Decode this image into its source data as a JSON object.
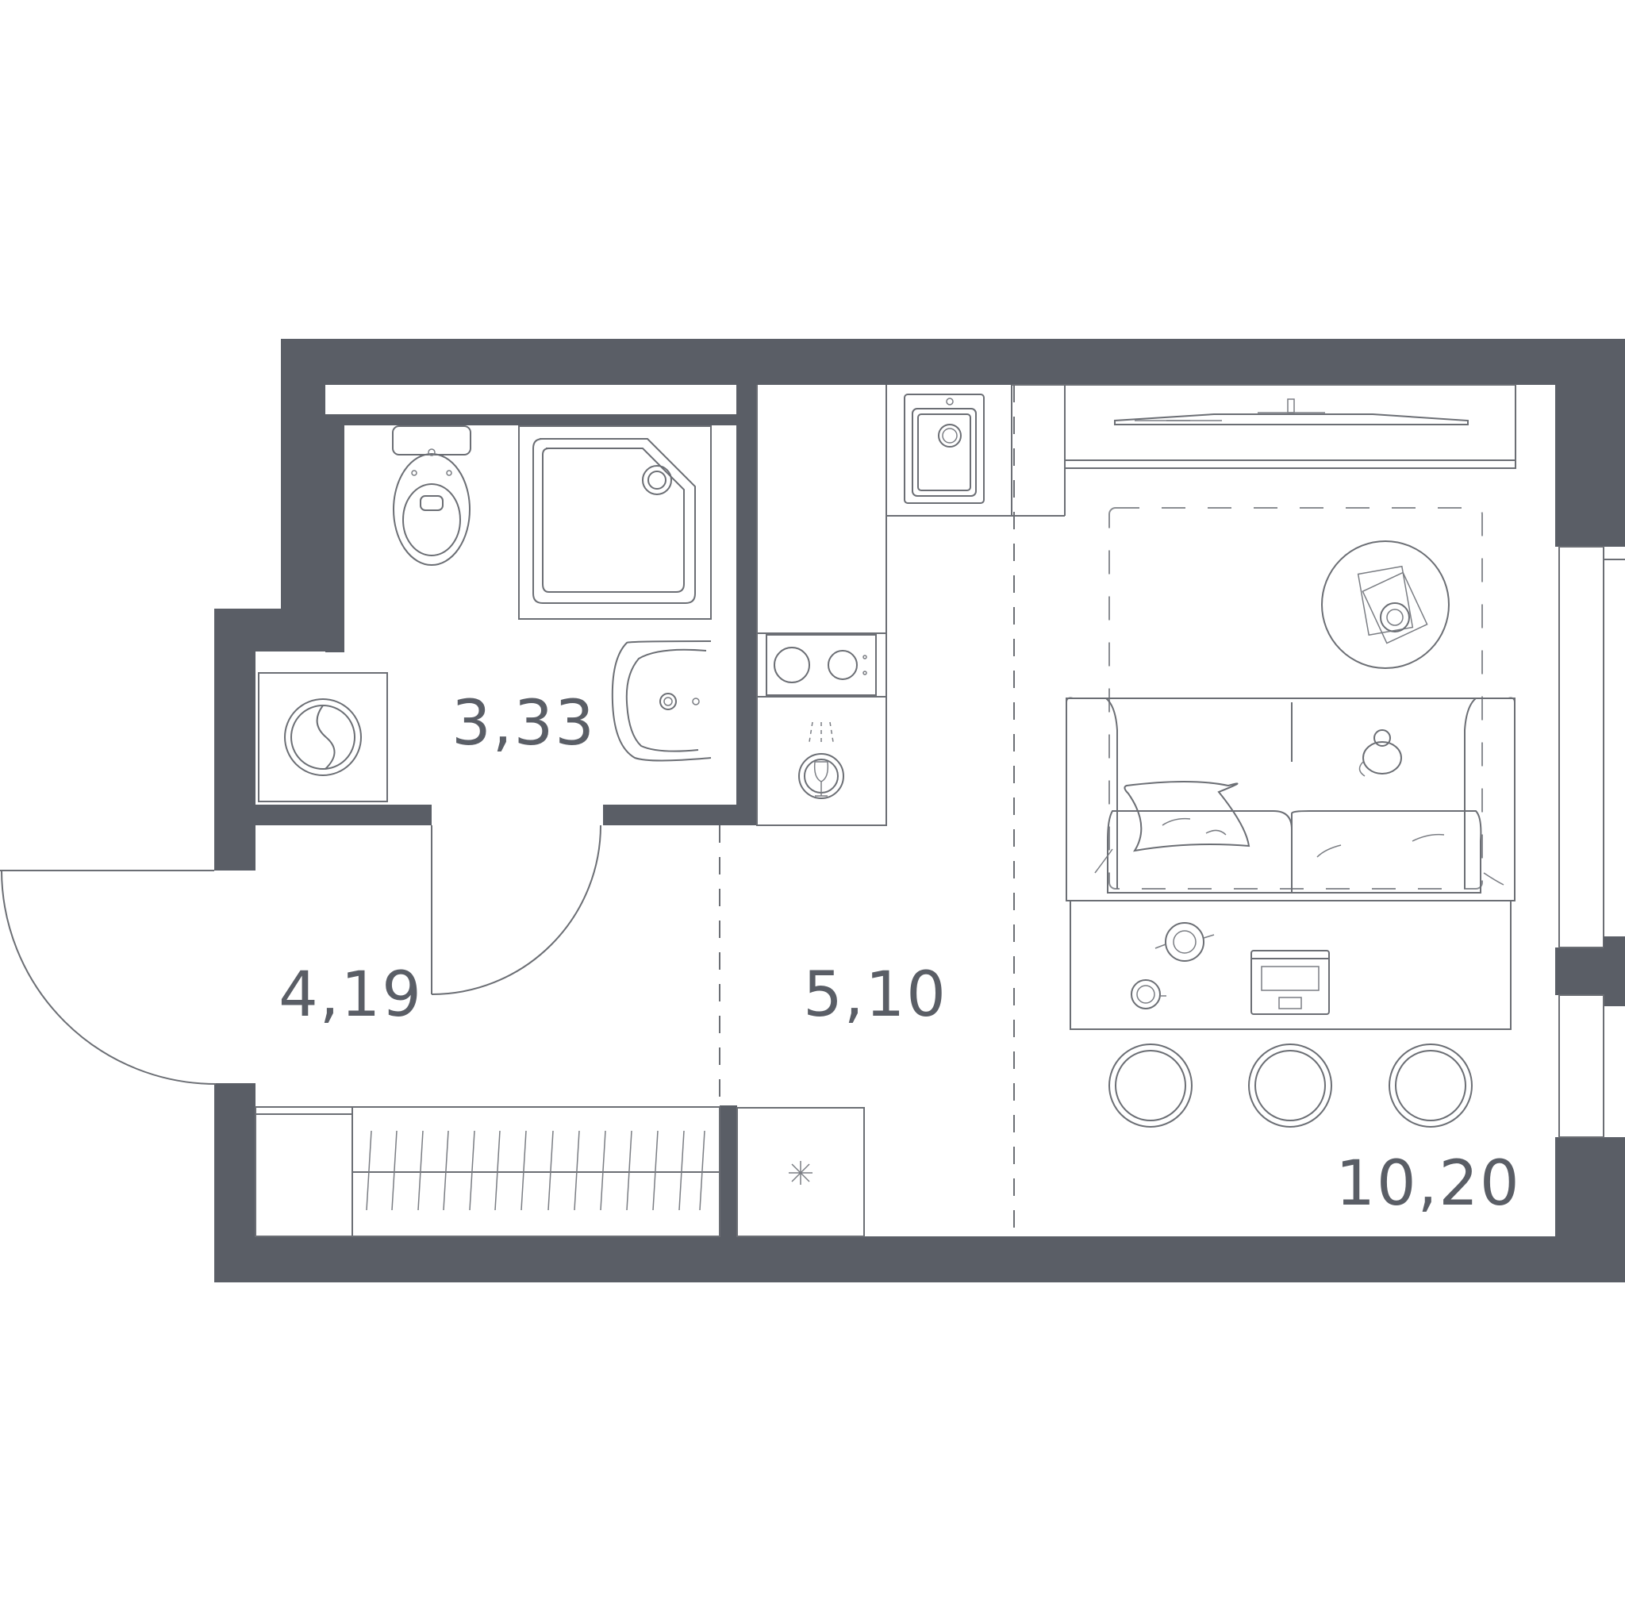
{
  "plan": {
    "wall_color": "#5a5e66",
    "line_color": "#6b6e74",
    "background": "#ffffff"
  },
  "rooms": [
    {
      "id": "bathroom",
      "area": "3,33"
    },
    {
      "id": "hallway",
      "area": "4,19"
    },
    {
      "id": "kitchen",
      "area": "5,10"
    },
    {
      "id": "living",
      "area": "10,20"
    }
  ],
  "icons": [
    "toilet-icon",
    "shower-tray-icon",
    "washbasin-icon",
    "washing-machine-icon",
    "kitchen-sink-icon",
    "cooktop-icon",
    "dishwasher-icon",
    "fridge-icon",
    "wardrobe-icon",
    "tv-icon",
    "sofa-icon",
    "cat-icon",
    "coffee-table-icon",
    "laptop-icon",
    "teapot-icon",
    "cup-icon",
    "stool-icon",
    "rug-icon",
    "door-swing-icon"
  ]
}
